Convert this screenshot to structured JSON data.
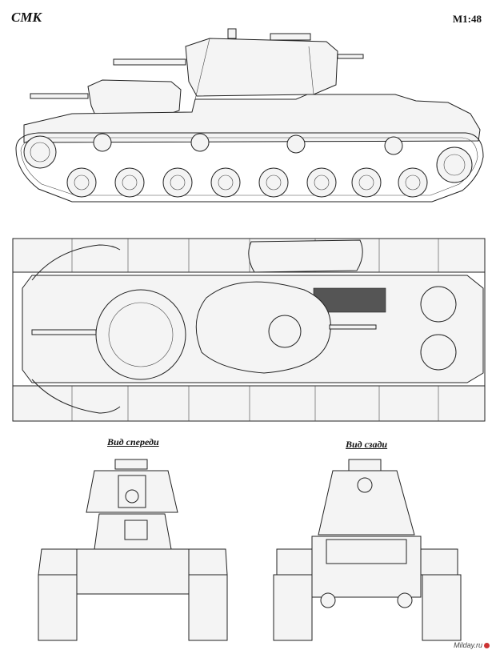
{
  "sheet": {
    "title": "СМК",
    "scale": "М1:48",
    "front_view_caption": "Вид спереди",
    "rear_view_caption": "Вид сзади",
    "watermark": "Milday.ru"
  }
}
